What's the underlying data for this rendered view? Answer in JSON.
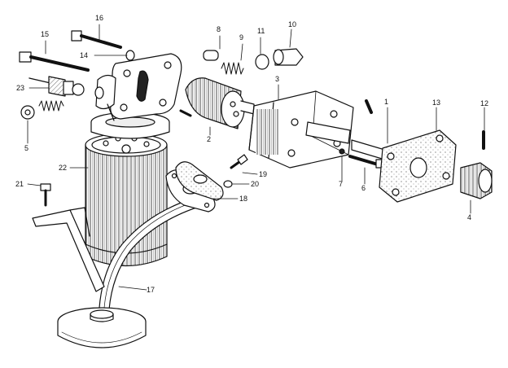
{
  "diagram": {
    "type": "exploded-parts-drawing",
    "subject": "oil pump and filter assembly",
    "colors": {
      "ink": "#111111",
      "paper": "#ffffff",
      "shade": "#dcdcdc"
    },
    "callouts": [
      "1",
      "2",
      "3",
      "4",
      "5",
      "6",
      "7",
      "8",
      "9",
      "10",
      "11",
      "12",
      "13",
      "14",
      "15",
      "16",
      "17",
      "18",
      "19",
      "20",
      "21",
      "22",
      "23"
    ]
  }
}
